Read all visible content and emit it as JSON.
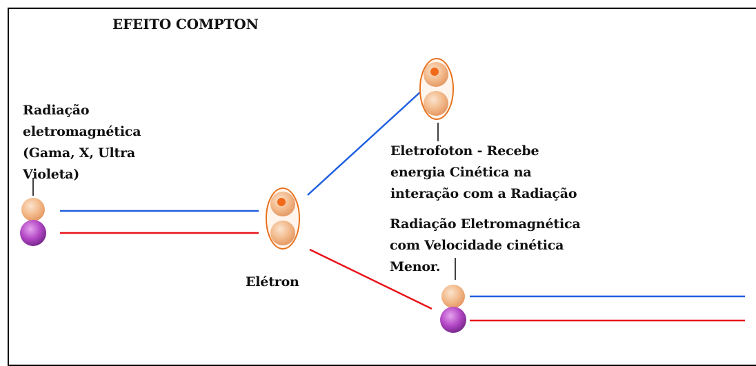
{
  "diagram": {
    "title": "EFEITO COMPTON",
    "labels": {
      "radiation": "Radiação\neletromagnética\n(Gama, X, Ultra\nVioleta)",
      "eletrofoton": "Eletrofoton - Recebe\nenergia Cinética na\ninteração com a Radiação",
      "scattered": "Radiação Eletromagnética\ncom Velocidade cinética\nMenor.",
      "eletron": "Elétron"
    },
    "colors": {
      "blue_ray": "#1f5fe0",
      "red_ray": "#e8121a",
      "peach": "#f2b98a",
      "purple": "#b246c4",
      "orange_outline": "#e8721e"
    }
  }
}
